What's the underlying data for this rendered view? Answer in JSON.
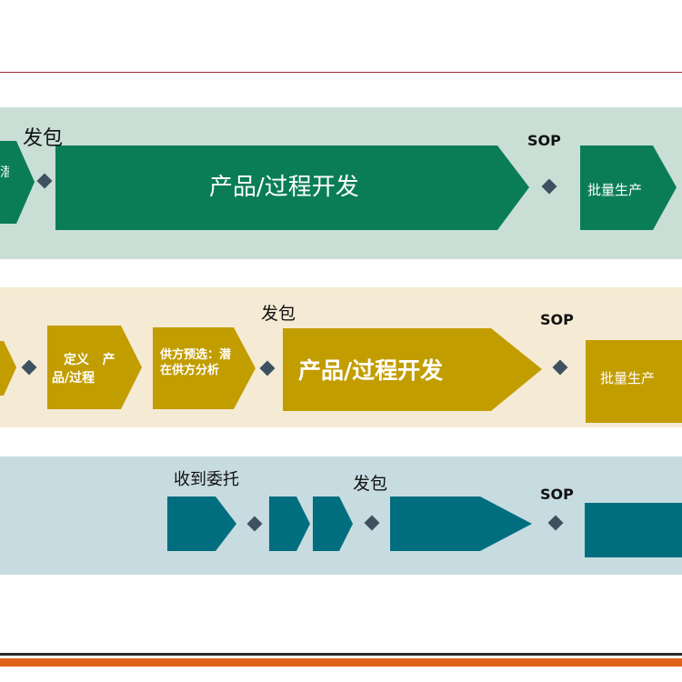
{
  "colors": {
    "top_rule": "#9b2f2f",
    "band1_bg": "#c9dfd6",
    "band2_bg": "#f5ead4",
    "band3_bg": "#c7dce0",
    "green": "#0a7d57",
    "gold": "#c29d00",
    "teal": "#006e7f",
    "diamond": "#3d5160",
    "bottom_dark": "#2b2b2b",
    "bottom_orange": "#e0611a"
  },
  "band1": {
    "milestone_package": "发包",
    "partial_text": "潜",
    "dev_label": "产品/过程开发",
    "sop": "SOP",
    "mass_label": "批量生产"
  },
  "band2": {
    "milestone_package": "发包",
    "define_line1": "定义   产",
    "define_line2": "品/过程",
    "supplier_line1": "供方预选：潜",
    "supplier_line2": "在供方分析",
    "dev_label": "产品/过程开发",
    "sop": "SOP",
    "mass_label": "批量生产"
  },
  "band3": {
    "milestone_received": "收到委托",
    "milestone_package": "发包",
    "sop": "SOP"
  }
}
